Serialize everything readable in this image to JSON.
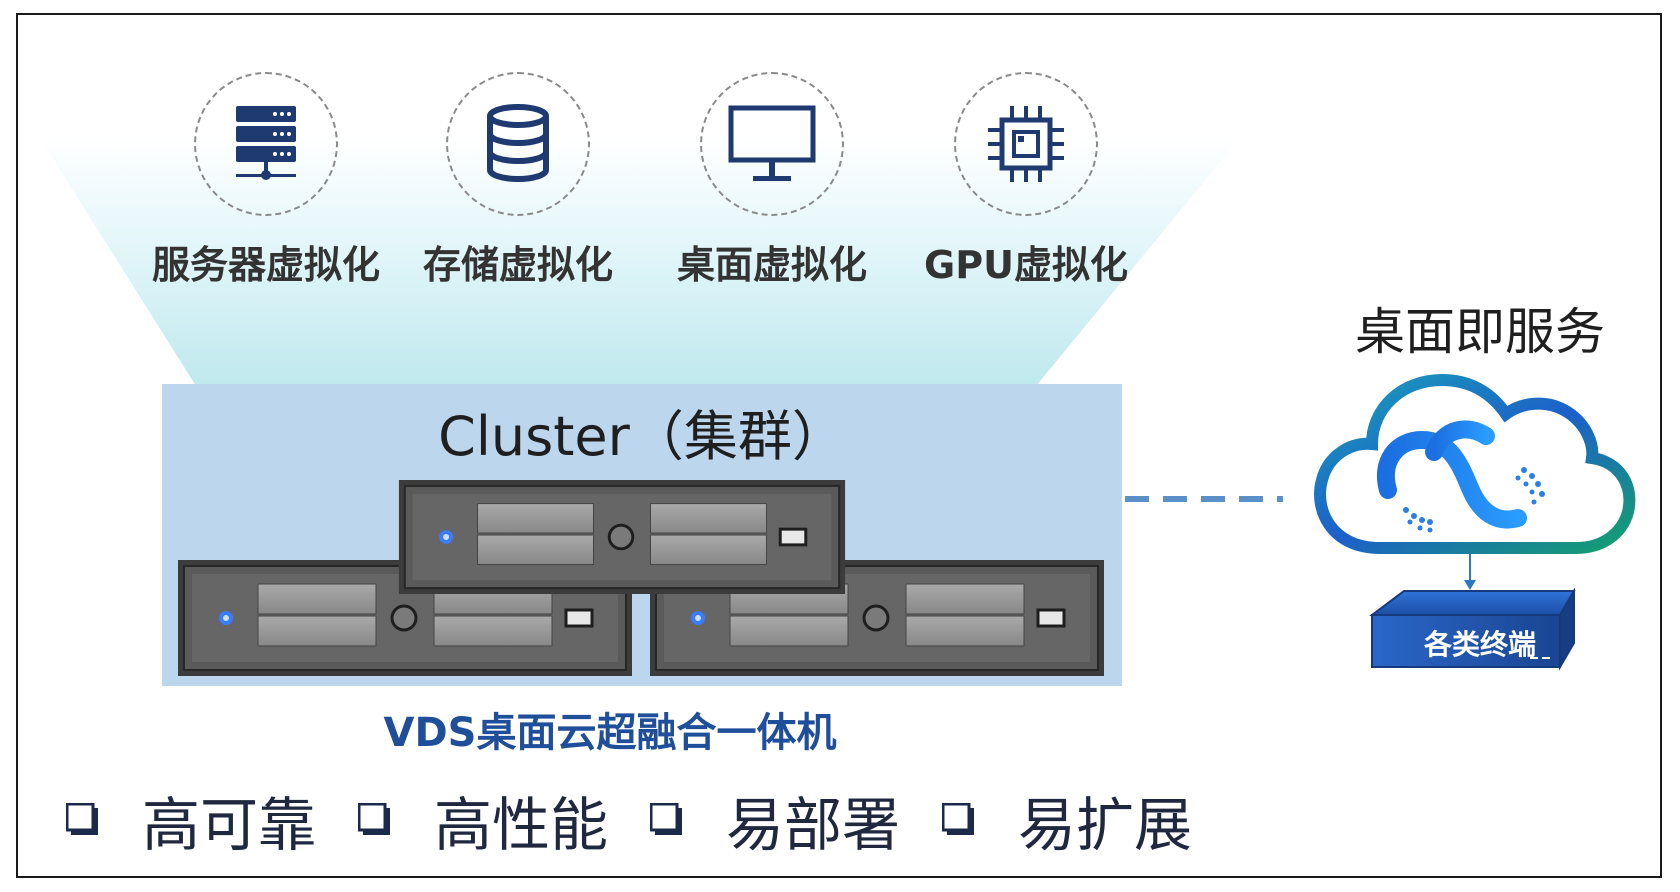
{
  "virtualizations": [
    {
      "label": "服务器虚拟化",
      "icon": "server-rack-icon"
    },
    {
      "label": "存储虚拟化",
      "icon": "database-icon"
    },
    {
      "label": "桌面虚拟化",
      "icon": "monitor-icon"
    },
    {
      "label": "GPU虚拟化",
      "icon": "chip-icon"
    }
  ],
  "cluster": {
    "title": "Cluster（集群）"
  },
  "product": {
    "name": "VDS桌面云超融合一体机"
  },
  "features": [
    "高可靠",
    "高性能",
    "易部署",
    "易扩展"
  ],
  "service": {
    "title": "桌面即服务",
    "terminal_label": "各类终端"
  },
  "colors": {
    "accent_blue": "#1f4e9a",
    "cluster_bg": "#bcd6ee",
    "glow": "#bfe9ee",
    "icon_navy": "#1e3a70",
    "link_dash": "#5b8fc7"
  }
}
